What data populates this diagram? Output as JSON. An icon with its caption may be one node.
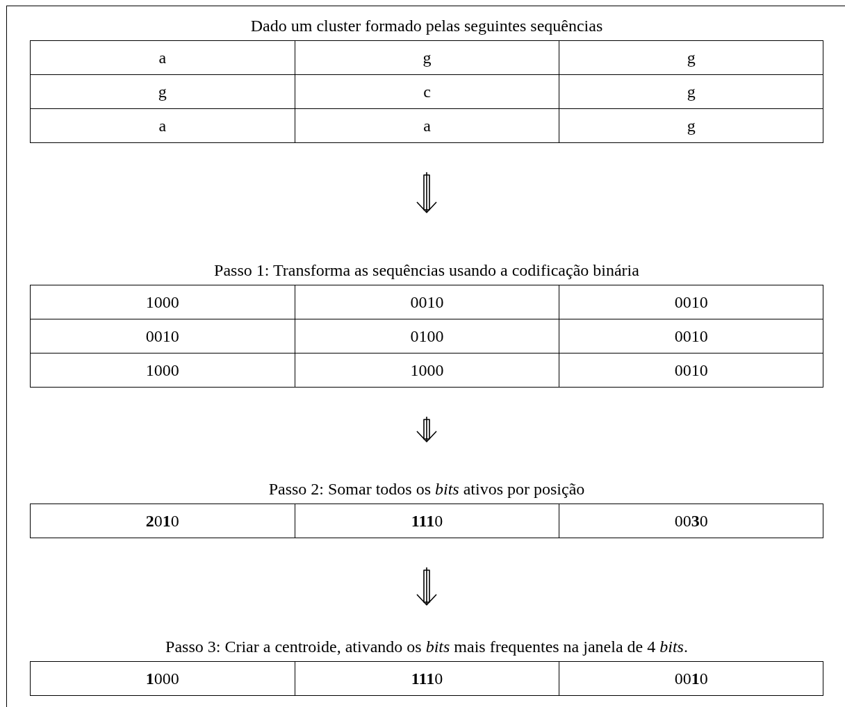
{
  "diagram": {
    "nodes": [
      {
        "text": [
          "Dado um cluster formado pelas seguintes sequências"
        ]
      },
      {
        "text": [
          "a"
        ],
        "in": 0
      },
      {
        "text": [
          "g"
        ],
        "in": 0
      },
      {
        "text": [
          "g"
        ],
        "in": 0
      },
      {
        "text": [
          "g"
        ],
        "in": 0
      },
      {
        "text": [
          "c"
        ],
        "in": 0
      },
      {
        "text": [
          "g"
        ],
        "in": 0
      },
      {
        "text": [
          "a"
        ],
        "in": 0
      },
      {
        "text": [
          "a"
        ],
        "in": 0
      },
      {
        "text": [
          "g"
        ],
        "in": 0
      },
      {
        "text": [
          "Passo 1: Transforma as sequências usando a codificação binária"
        ]
      },
      {
        "text": [
          "1000"
        ],
        "in": 10
      },
      {
        "text": [
          "0010"
        ],
        "in": 10
      },
      {
        "text": [
          "0010"
        ],
        "in": 10
      },
      {
        "text": [
          "0010"
        ],
        "in": 10
      },
      {
        "text": [
          "0100"
        ],
        "in": 10
      },
      {
        "text": [
          "0010"
        ],
        "in": 10
      },
      {
        "text": [
          "1000"
        ],
        "in": 10
      },
      {
        "text": [
          "1000"
        ],
        "in": 10
      },
      {
        "text": [
          "0010"
        ],
        "in": 10
      },
      {
        "text": [
          "Passo 2: Somar todos os *bits* ativos por posição"
        ]
      },
      {
        "text": [
          "**2**0**1**0"
        ],
        "in": 20
      },
      {
        "text": [
          "**111**0"
        ],
        "in": 20
      },
      {
        "text": [
          "00**3**0"
        ],
        "in": 20
      },
      {
        "text": [
          "Passo 3: Criar a centroide, ativando os *bits* mais frequentes na janela de 4 *bits*."
        ]
      },
      {
        "text": [
          "**1**000"
        ],
        "in": 24
      },
      {
        "text": [
          "**111**0"
        ],
        "in": 24
      },
      {
        "text": [
          "00**1**0"
        ],
        "in": 24
      }
    ],
    "edges": [
      {
        "from": 0,
        "to": 10,
        "arrow": "to"
      },
      {
        "from": 10,
        "to": 20,
        "arrow": "to"
      },
      {
        "from": 20,
        "to": 24,
        "arrow": "to"
      }
    ]
  }
}
